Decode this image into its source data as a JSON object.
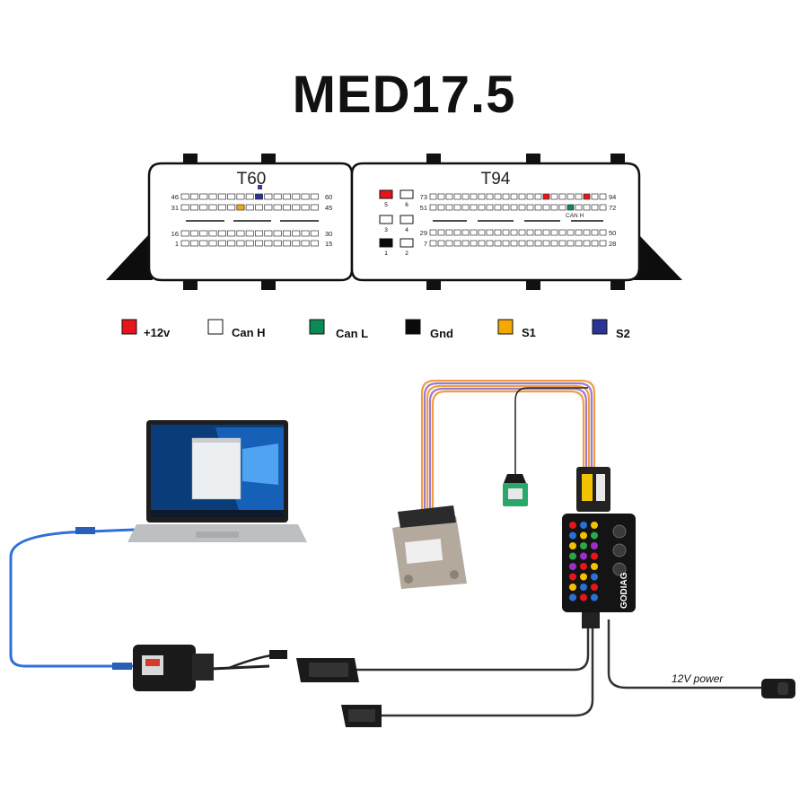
{
  "title": "MED17.5",
  "connectors": {
    "left": {
      "name": "T60",
      "row1": {
        "start": "46",
        "end": "60"
      },
      "row2": {
        "start": "31",
        "end": "45"
      },
      "row3": {
        "start": "16",
        "end": "30"
      },
      "row4": {
        "start": "1",
        "end": "15"
      }
    },
    "right": {
      "name": "T94",
      "row1": {
        "start": "73",
        "end": "94"
      },
      "row2": {
        "start": "51",
        "end": "72"
      },
      "row3": {
        "start": "29",
        "end": "50"
      },
      "row4": {
        "start": "7",
        "end": "28"
      },
      "can_label": "CAN H",
      "side_pins": [
        "5",
        "6",
        "3",
        "4",
        "1",
        "2"
      ]
    }
  },
  "legend": [
    {
      "label": "+12v",
      "color": "#e8141b"
    },
    {
      "label": "Can H",
      "color": "#ffffff"
    },
    {
      "label": "Can L",
      "color": "#0a8a55"
    },
    {
      "label": "Gnd",
      "color": "#0a0a0a"
    },
    {
      "label": "S1",
      "color": "#f5a800"
    },
    {
      "label": "S2",
      "color": "#2b3596"
    }
  ],
  "wiring": {
    "power_label": "12V power",
    "breakout_brand": "GODIAG"
  },
  "colors": {
    "cable_blue": "#2f6fd8",
    "wire_orange": "#f0a040",
    "wire_purple": "#9b7bd0"
  }
}
